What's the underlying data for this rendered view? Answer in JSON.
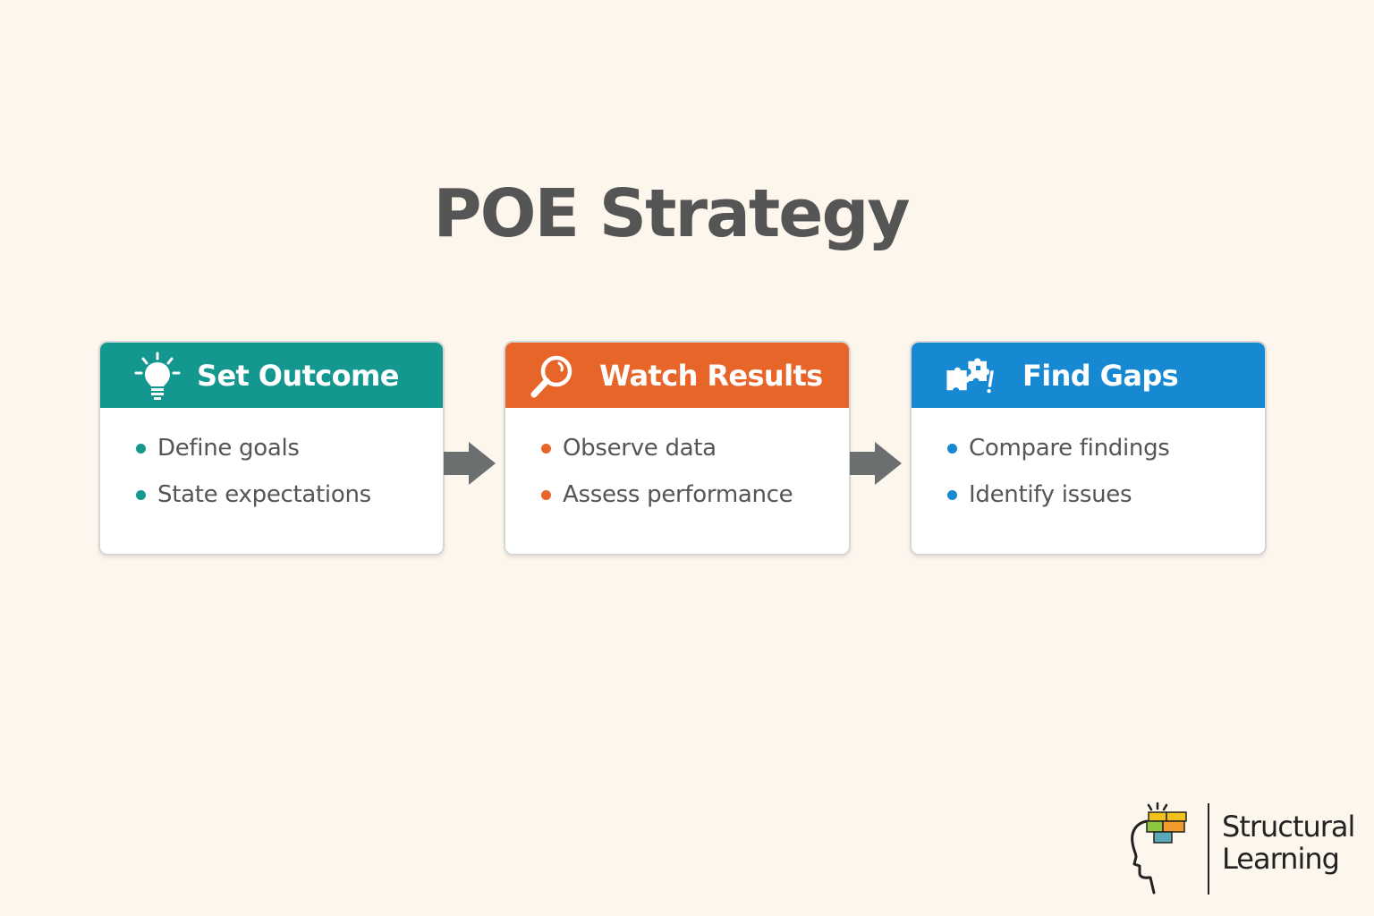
{
  "title": "POE Strategy",
  "steps": [
    {
      "label": "Set Outcome",
      "icon": "lightbulb-icon",
      "color": "#13978f",
      "items": [
        "Define goals",
        "State expectations"
      ]
    },
    {
      "label": "Watch Results",
      "icon": "magnifier-icon",
      "color": "#e8652a",
      "items": [
        "Observe data",
        "Assess performance"
      ]
    },
    {
      "label": "Find Gaps",
      "icon": "puzzle-icon",
      "color": "#1789d3",
      "items": [
        "Compare findings",
        "Identify issues"
      ]
    }
  ],
  "arrow_color": "#6b6f6f",
  "brand": {
    "line1": "Structural",
    "line2": "Learning",
    "icon": "head-blocks-logo-icon"
  }
}
